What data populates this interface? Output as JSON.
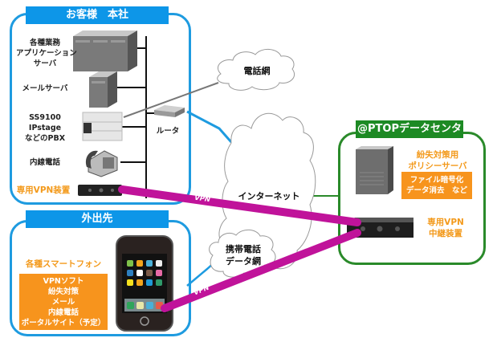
{
  "headquarters": {
    "title": "お客様　本社",
    "devices": [
      {
        "label": [
          "各種業務",
          "アプリケーション",
          "サーバ"
        ],
        "icon": "server-rack-icon"
      },
      {
        "label": [
          "メールサーバ"
        ],
        "icon": "server-icon"
      },
      {
        "label": [
          "SS9100",
          "IPstage",
          "などのPBX"
        ],
        "icon": "pbx-icon"
      },
      {
        "label": [
          "内線電話"
        ],
        "icon": "desk-phone-icon"
      }
    ],
    "vpn_device_label": "専用VPN装置",
    "router_label": "ルータ"
  },
  "mobile": {
    "title": "外出先",
    "device_label": "各種スマートフォン",
    "features": [
      "VPNソフト",
      "紛失対策",
      "メール",
      "内線電話",
      "ポータルサイト（予定）"
    ]
  },
  "datacenter": {
    "title": "@PTOPデータセンタ",
    "server_label": [
      "紛失対策用",
      "ポリシーサーバ"
    ],
    "server_features": [
      "ファイル暗号化",
      "データ消去　など"
    ],
    "relay_label": [
      "専用VPN",
      "中継装置"
    ]
  },
  "networks": {
    "phone_network": "電話網",
    "internet": "インターネット",
    "mobile_data": [
      "携帯電話",
      "データ網"
    ]
  },
  "tunnels": {
    "label": "VPN"
  },
  "colors": {
    "headquarters_accent": "#0d96e8",
    "datacenter_accent": "#1d8a24",
    "highlight_orange": "#f7941d",
    "vpn_tunnel": "#c0139a"
  }
}
